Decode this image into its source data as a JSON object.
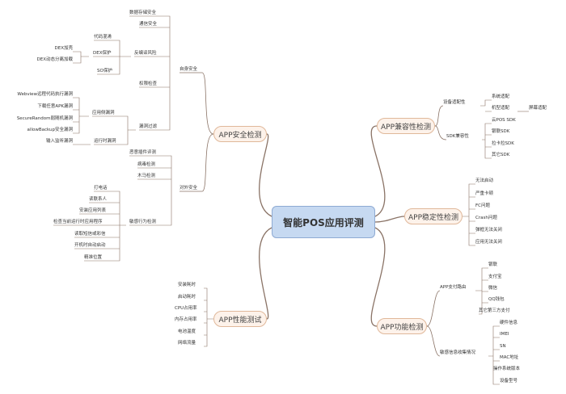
{
  "center": {
    "label": "智能POS应用评测"
  },
  "branches": {
    "security": "APP安全检测",
    "compat": "APP兼容性检测",
    "stability": "APP稳定性检测",
    "performance": "APP性能测试",
    "function": "APP功能检测"
  },
  "security": {
    "self": "自身安全",
    "data_storage": "数据存储安全",
    "comm": "通信安全",
    "reverse": "反编译风险",
    "code_obf": "代码混淆",
    "dex_protect": "DEX保护",
    "dex_shell": "DEX加壳",
    "dex_dynamic": "DEX动态分离加载",
    "so_protect": "SO保护",
    "perm_check": "权限检查",
    "vuln_filter": "漏洞过滤",
    "app_vuln": "应用侧漏洞",
    "webview": "Webview远程代码执行漏洞",
    "download_apk": "下载任意APK漏洞",
    "securerandom": "SecureRandom弱随机漏洞",
    "allowbackup": "allowBackup安全漏洞",
    "runtime_vuln": "运行时漏洞",
    "input_monitor": "输入监听漏洞",
    "external": "对外安全",
    "malicious": "恶意插件评测",
    "virus": "病毒检测",
    "trojan": "木马检测",
    "sensitive": "敏感行为检测",
    "call": "打电话",
    "contacts": "读联系人",
    "installed_list": "安装应用列表",
    "running_apps": "检查当前运行时应用程序",
    "sms": "读取短信或彩信",
    "autostart": "开机时自动启动",
    "location": "精准位置"
  },
  "compat": {
    "device": "设备适配性",
    "sys_adapt": "系统适配",
    "model_adapt": "机型适配",
    "screen_adapt": "屏幕适配",
    "sdk": "SDK兼容性",
    "cloud_pos": "云POS SDK",
    "bank_sdk": "银联SDK",
    "card_sdk": "拉卡拉SDK",
    "other_sdk": "其它SDK"
  },
  "stability": {
    "no_start": "无法启动",
    "lag": "严重卡顿",
    "fc": "FC问题",
    "crash": "Crash问题",
    "flash_close": "弹框无法关闭",
    "app_close": "应用无法关闭"
  },
  "performance": {
    "install": "安装耗时",
    "launch": "启动耗时",
    "cpu": "CPU占用率",
    "mem": "内存占用率",
    "battery": "电池温度",
    "traffic": "网络流量"
  },
  "function": {
    "pay_route": "APP支付路由",
    "bank": "银联",
    "alipay": "支付宝",
    "wechat": "微信",
    "qq": "QQ钱包",
    "thirdparty": "其它第三方支付",
    "sensitive_info": "敏感信息收集情况",
    "hw_info": "硬件信息",
    "imei": "IMEI",
    "sn": "SN",
    "mac": "MAC地址",
    "os_ver": "操作系统版本",
    "model": "设备型号"
  },
  "colors": {
    "line": "#8a7366",
    "center_fill": "#c6d9f1",
    "branch_fill": "#fdf2ea"
  }
}
